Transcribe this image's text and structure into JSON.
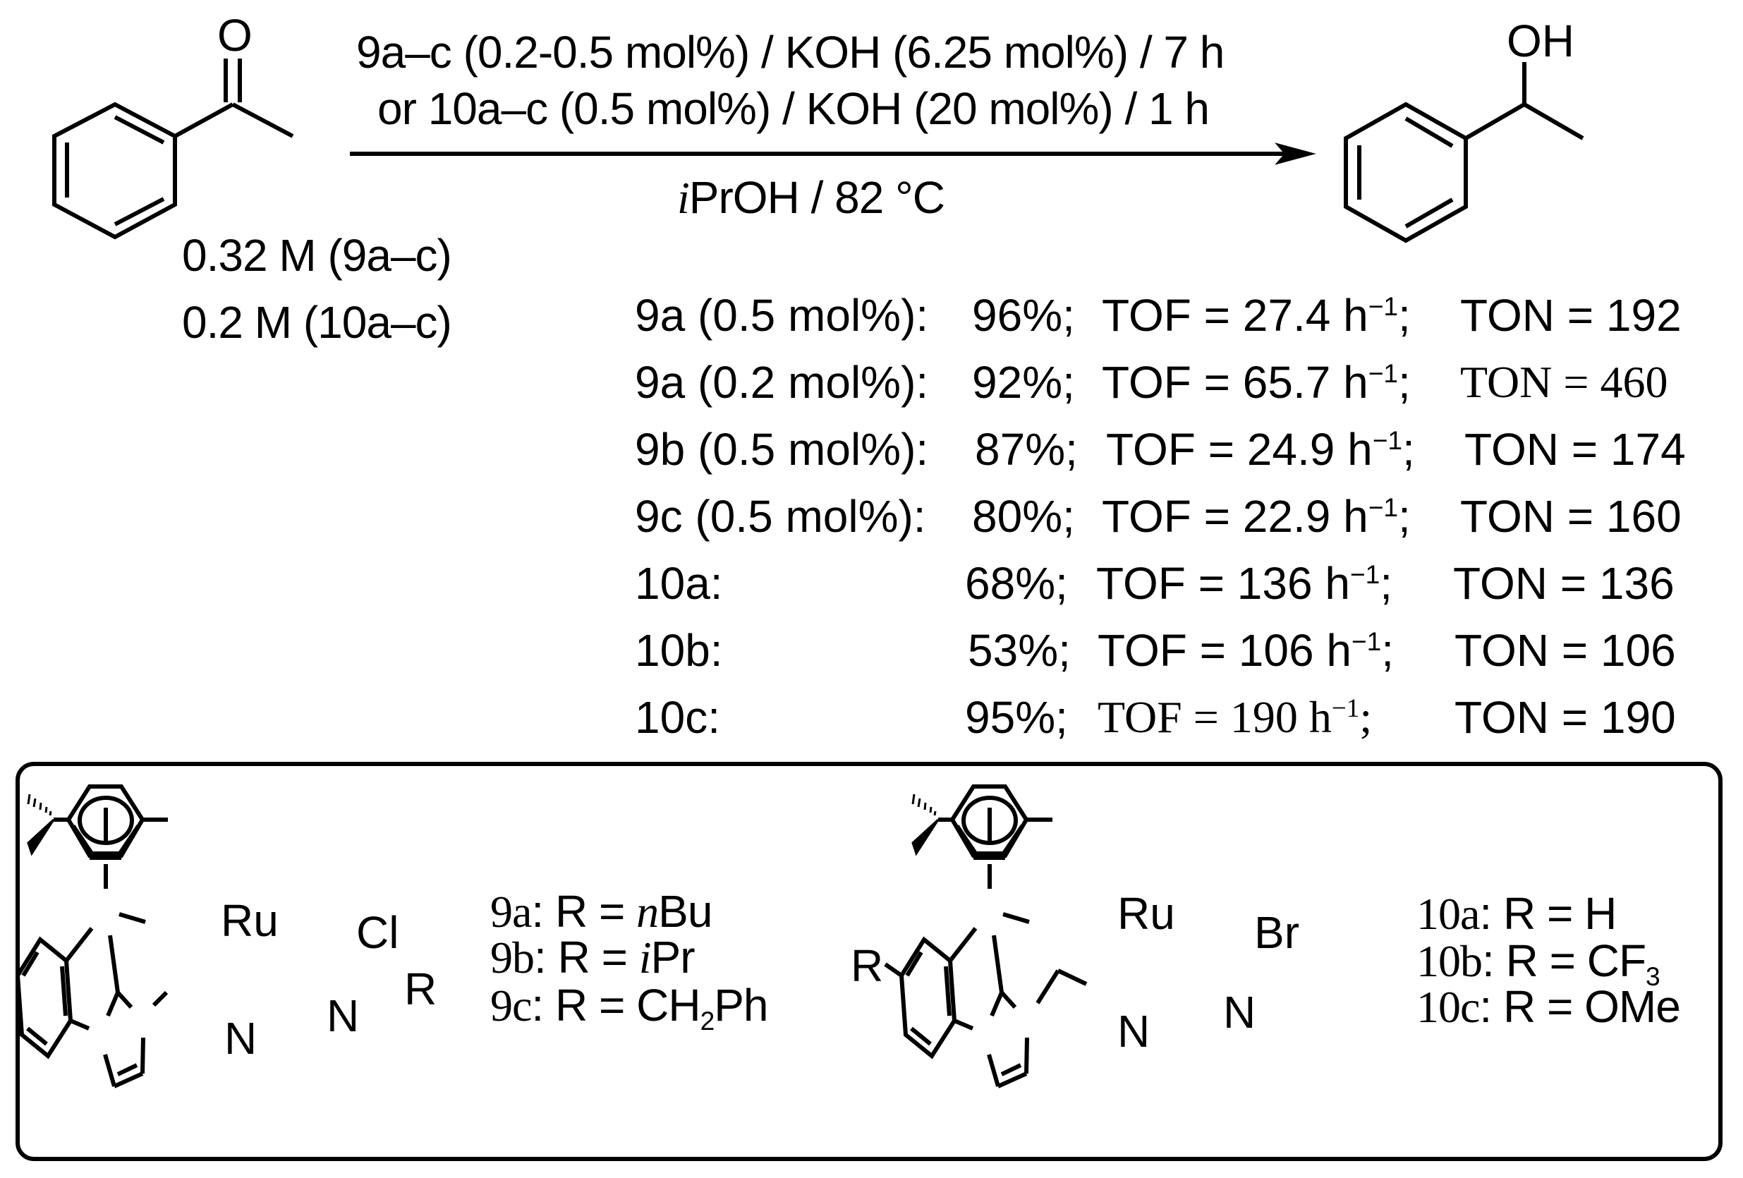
{
  "scheme": {
    "reactant": {
      "name": "acetophenone",
      "atom_O": "O",
      "conc_lines": [
        "0.32 M (9a–c)",
        "0.2 M (10a–c)"
      ]
    },
    "conditions": {
      "line1": "9a–c (0.2-0.5 mol%) / KOH (6.25 mol%) / 7 h",
      "line2": "or 10a–c (0.5 mol%) / KOH (20 mol%) / 1 h",
      "below_prefix": "i",
      "below_rest": "PrOH / 82 °C"
    },
    "product": {
      "name": "1-phenylethanol",
      "atom_OH": "OH"
    }
  },
  "results": {
    "rows": [
      {
        "catalyst": "9a (0.5 mol%):",
        "yield": "96%;",
        "tof": "TOF = 27.4 h",
        "tof_exp": "−1",
        "ton": "TON = 192"
      },
      {
        "catalyst": "9a (0.2 mol%):",
        "yield": "92%;",
        "tof": "TOF = 65.7 h",
        "tof_exp": "−1",
        "ton": "TON = 460"
      },
      {
        "catalyst": "9b (0.5 mol%):",
        "yield": "87%;",
        "tof": "TOF = 24.9 h",
        "tof_exp": "−1",
        "ton": "TON = 174"
      },
      {
        "catalyst": "9c (0.5 mol%):",
        "yield": "80%;",
        "tof": "TOF = 22.9 h",
        "tof_exp": "−1",
        "ton": "TON = 160"
      },
      {
        "catalyst": "10a:",
        "yield": "68%;",
        "tof": "TOF = 136 h",
        "tof_exp": "−1",
        "ton": "TON = 136"
      },
      {
        "catalyst": "10b:",
        "yield": "53%;",
        "tof": "TOF = 106 h",
        "tof_exp": "−1",
        "ton": "TON = 106"
      },
      {
        "catalyst": "10c:",
        "yield": "95%;",
        "tof": "TOF = 190 h",
        "tof_exp": "−1",
        "ton": "TON = 190"
      }
    ]
  },
  "catalysts": {
    "left": {
      "metal": "Ru",
      "halide": "Cl",
      "atom_N1": "N",
      "atom_N2": "N",
      "r_label": "R",
      "variants": [
        {
          "id": "9a",
          "sep": ": R = ",
          "r_ital": "n",
          "r_rest": "Bu"
        },
        {
          "id": "9b",
          "sep": ": R = ",
          "r_ital": "i",
          "r_rest": "Pr"
        },
        {
          "id": "9c",
          "sep": ": R = ",
          "r_main": "CH",
          "r_sub": "2",
          "r_tail": "Ph"
        }
      ]
    },
    "right": {
      "metal": "Ru",
      "halide": "Br",
      "atom_N1": "N",
      "atom_N2": "N",
      "r_label": "R",
      "variants": [
        {
          "id": "10a",
          "sep": ": R = ",
          "r_main": "H"
        },
        {
          "id": "10b",
          "sep": ": R = ",
          "r_main": "CF",
          "r_sub": "3"
        },
        {
          "id": "10c",
          "sep": ": R = ",
          "r_main": "OMe"
        }
      ]
    }
  }
}
